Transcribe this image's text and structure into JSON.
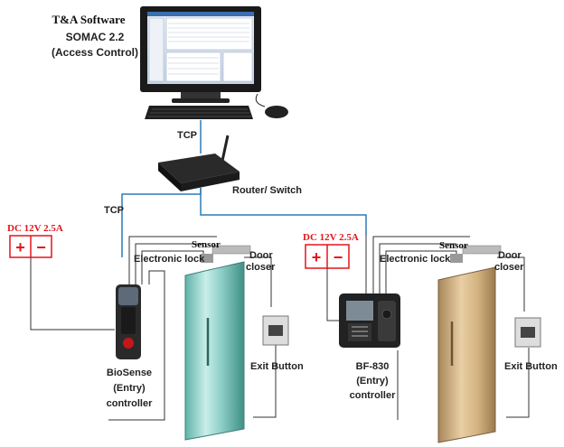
{
  "software": {
    "vendor": "T&A Software",
    "product": "SOMAC  2.2",
    "subtitle": "(Access Control)"
  },
  "links": {
    "tcp_top": "TCP",
    "tcp_left": "TCP"
  },
  "router": {
    "label": "Router/ Switch"
  },
  "power": {
    "left": "DC 12V 2.5A",
    "right": "DC 12V 2.5A",
    "plus": "+",
    "minus": "−"
  },
  "door_left": {
    "sensor": "Sensor",
    "lock": "Electronic lock",
    "closer_line1": "Door",
    "closer_line2": "closer",
    "exit": "Exit Button",
    "controller_line1": "BioSense",
    "controller_line2": "(Entry)",
    "controller_line3": "controller"
  },
  "door_right": {
    "sensor": "Sensor",
    "lock": "Electronic lock",
    "closer_line1": "Door",
    "closer_line2": "closer",
    "exit": "Exit Button",
    "controller_line1": "BF-830",
    "controller_line2": "(Entry)",
    "controller_line3": "controller"
  },
  "colors": {
    "network_line": "#2b7bb9",
    "power_red": "#e3141b",
    "wire": "#333333",
    "glass_door": "#8fd0c8",
    "wood_door": "#d9b98a"
  }
}
